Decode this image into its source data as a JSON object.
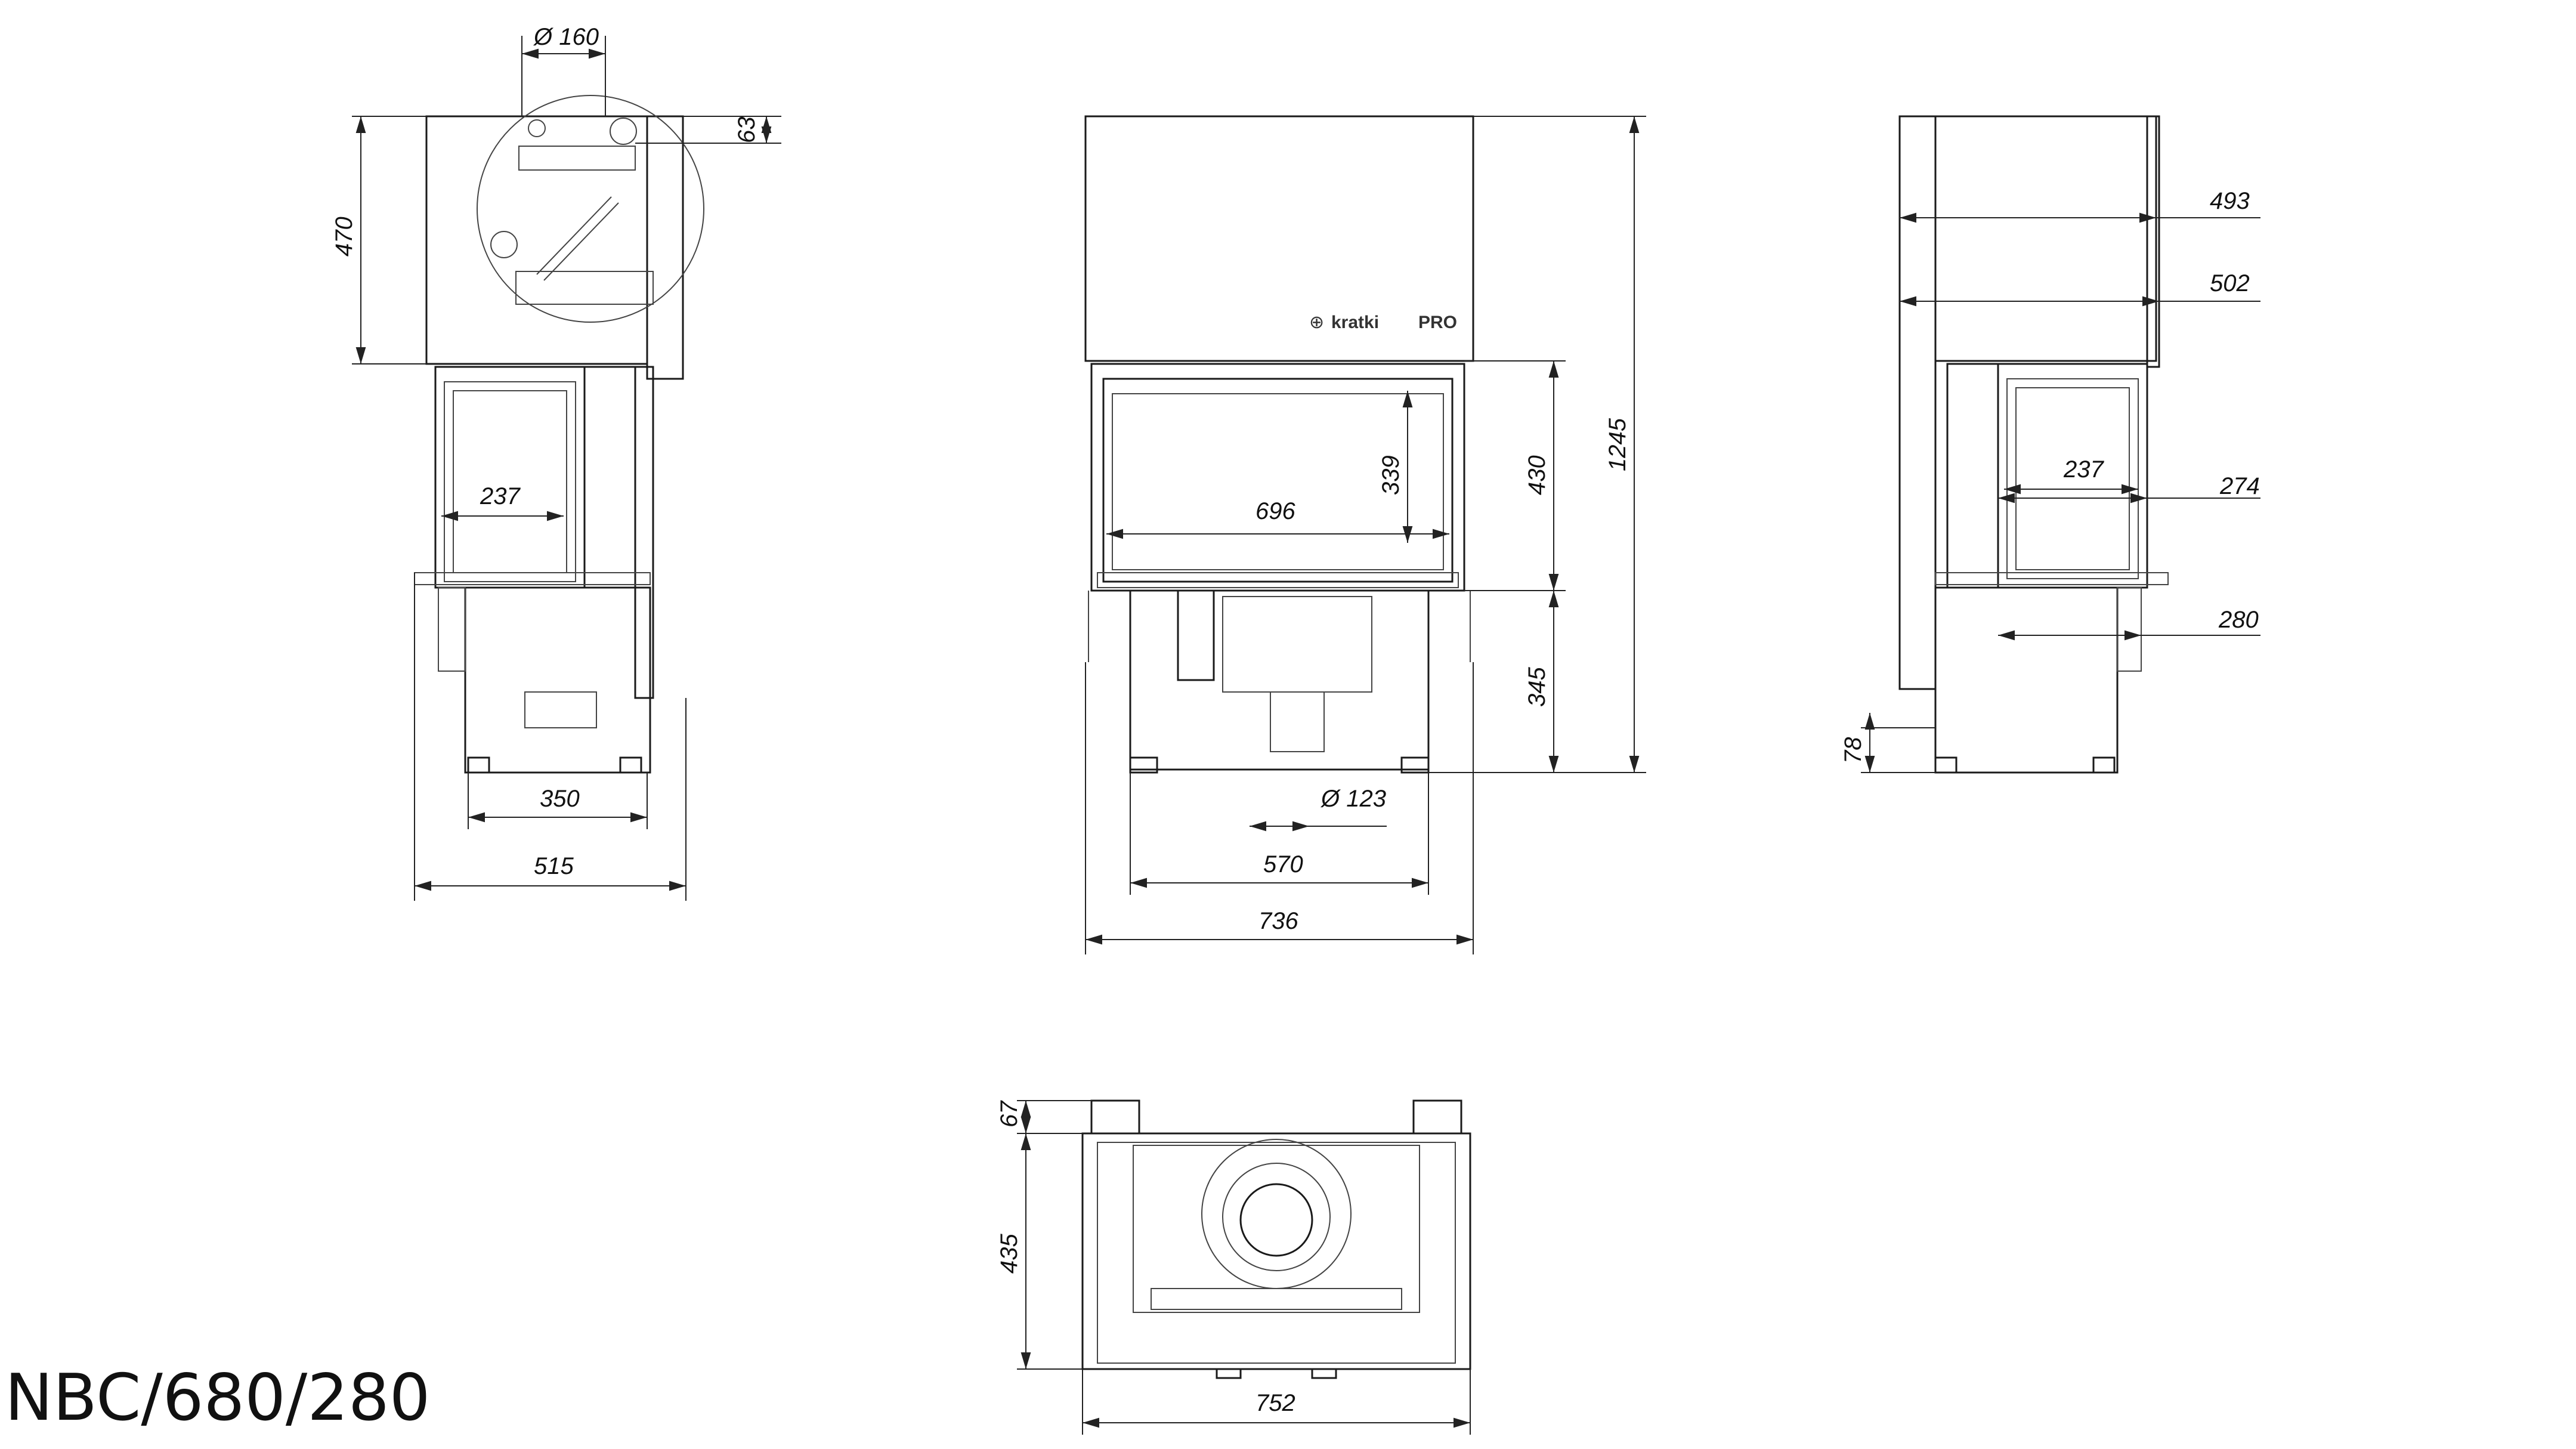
{
  "title": "NBC/680/280",
  "brand": {
    "name": "kratki",
    "suffix": "PRO"
  },
  "side_view_left": {
    "flue_diameter": "Ø 160",
    "dim_63": "63",
    "dim_470": "470",
    "dim_237": "237",
    "dim_350": "350",
    "dim_515": "515"
  },
  "front_view": {
    "dim_339": "339",
    "dim_696": "696",
    "dim_430": "430",
    "dim_1245": "1245",
    "dim_345": "345",
    "air_diameter": "Ø 123",
    "dim_570": "570",
    "dim_736": "736"
  },
  "side_view_right": {
    "dim_493": "493",
    "dim_502": "502",
    "dim_237": "237",
    "dim_274": "274",
    "dim_280": "280",
    "dim_78": "78"
  },
  "top_view": {
    "dim_67": "67",
    "dim_435": "435",
    "dim_752": "752"
  }
}
